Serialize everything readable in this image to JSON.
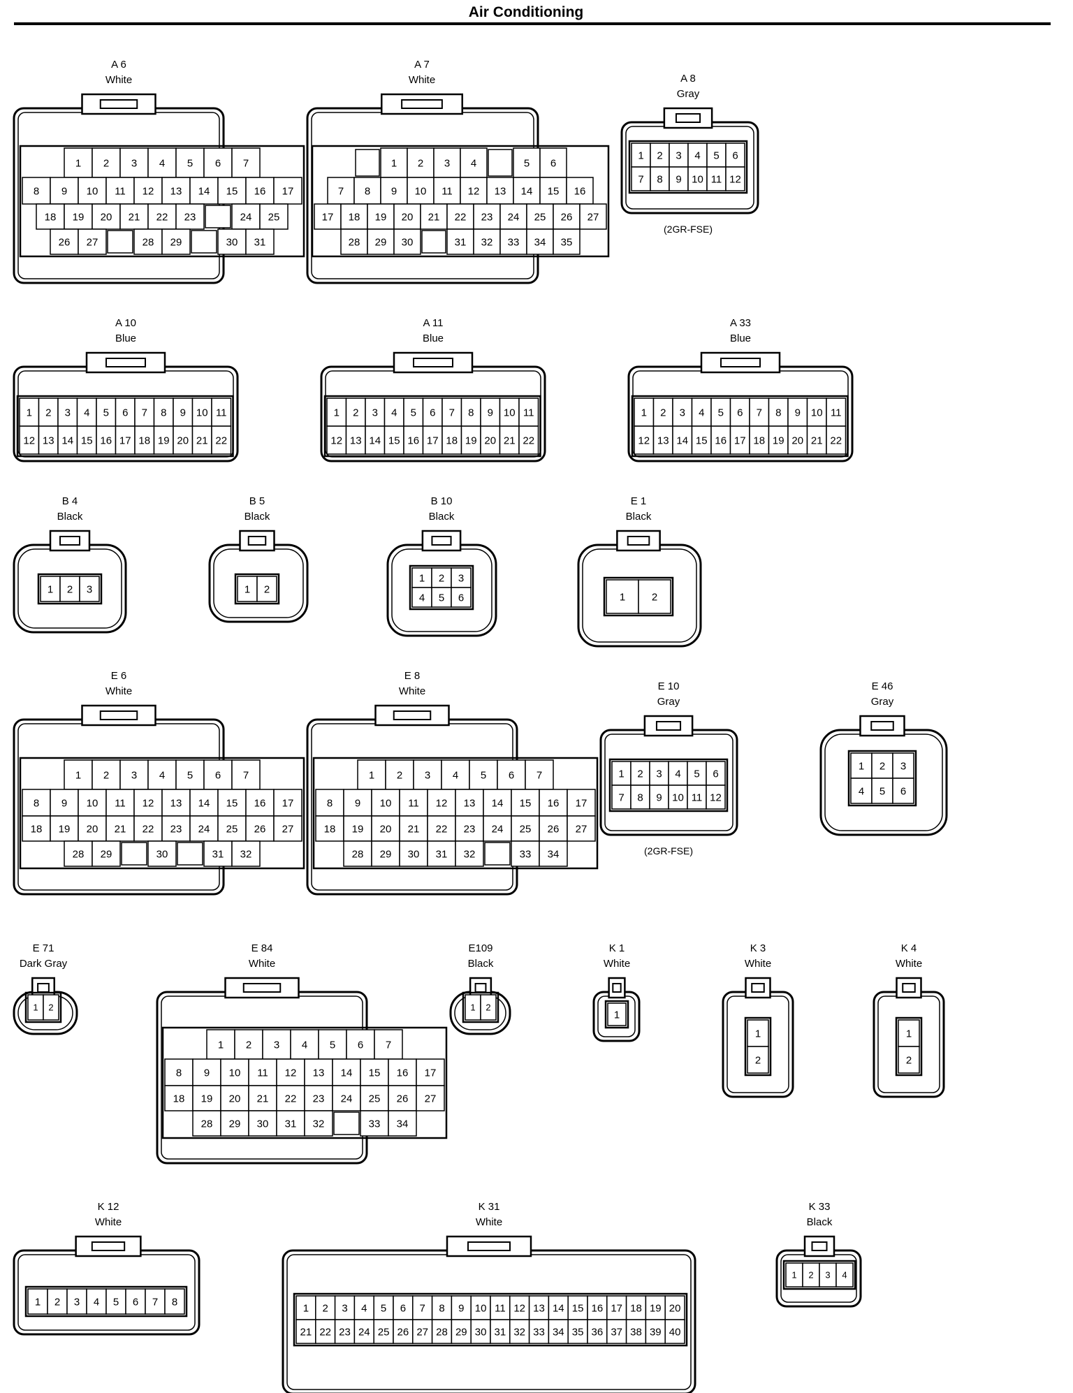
{
  "page": {
    "title": "Air Conditioning"
  },
  "connectors": [
    {
      "code": "A 6",
      "color": "White",
      "style": "large",
      "rows": [
        [
          1,
          2,
          3,
          4,
          5,
          6,
          7
        ],
        [
          8,
          9,
          10,
          11,
          12,
          13,
          14,
          15,
          16,
          17
        ],
        [
          18,
          19,
          20,
          21,
          22,
          23,
          null,
          24,
          25
        ],
        [
          26,
          27,
          null,
          28,
          29,
          null,
          30,
          31
        ]
      ]
    },
    {
      "code": "A 7",
      "color": "White",
      "style": "large",
      "rows": [
        [
          null,
          1,
          2,
          3,
          4,
          null,
          5,
          6
        ],
        [
          7,
          8,
          9,
          10,
          11,
          12,
          13,
          14,
          15,
          16
        ],
        [
          17,
          18,
          19,
          20,
          21,
          22,
          23,
          24,
          25,
          26,
          27
        ],
        [
          28,
          29,
          30,
          null,
          31,
          32,
          33,
          34,
          35
        ]
      ]
    },
    {
      "code": "A 8",
      "color": "Gray",
      "style": "medium",
      "note": "(2GR-FSE)",
      "rows": [
        [
          1,
          2,
          3,
          4,
          5,
          6
        ],
        [
          7,
          8,
          9,
          10,
          11,
          12
        ]
      ]
    },
    {
      "code": "A 10",
      "color": "Blue",
      "style": "wide",
      "rows": [
        [
          1,
          2,
          3,
          4,
          5,
          6,
          7,
          8,
          9,
          10,
          11
        ],
        [
          12,
          13,
          14,
          15,
          16,
          17,
          18,
          19,
          20,
          21,
          22
        ]
      ]
    },
    {
      "code": "A 11",
      "color": "Blue",
      "style": "wide",
      "rows": [
        [
          1,
          2,
          3,
          4,
          5,
          6,
          7,
          8,
          9,
          10,
          11
        ],
        [
          12,
          13,
          14,
          15,
          16,
          17,
          18,
          19,
          20,
          21,
          22
        ]
      ]
    },
    {
      "code": "A 33",
      "color": "Blue",
      "style": "wide",
      "rows": [
        [
          1,
          2,
          3,
          4,
          5,
          6,
          7,
          8,
          9,
          10,
          11
        ],
        [
          12,
          13,
          14,
          15,
          16,
          17,
          18,
          19,
          20,
          21,
          22
        ]
      ]
    },
    {
      "code": "B 4",
      "color": "Black",
      "style": "oval",
      "rows": [
        [
          1,
          2,
          3
        ]
      ]
    },
    {
      "code": "B 5",
      "color": "Black",
      "style": "oval",
      "rows": [
        [
          1,
          2
        ]
      ]
    },
    {
      "code": "B 10",
      "color": "Black",
      "style": "oval",
      "rows": [
        [
          1,
          2,
          3
        ],
        [
          4,
          5,
          6
        ]
      ]
    },
    {
      "code": "E 1",
      "color": "Black",
      "style": "oval",
      "rows": [
        [
          1,
          2
        ]
      ]
    },
    {
      "code": "E 6",
      "color": "White",
      "style": "large",
      "rows": [
        [
          1,
          2,
          3,
          4,
          5,
          6,
          7
        ],
        [
          8,
          9,
          10,
          11,
          12,
          13,
          14,
          15,
          16,
          17
        ],
        [
          18,
          19,
          20,
          21,
          22,
          23,
          24,
          25,
          26,
          27
        ],
        [
          28,
          29,
          null,
          30,
          null,
          31,
          32
        ]
      ]
    },
    {
      "code": "E 8",
      "color": "White",
      "style": "large",
      "rows": [
        [
          1,
          2,
          3,
          4,
          5,
          6,
          7
        ],
        [
          8,
          9,
          10,
          11,
          12,
          13,
          14,
          15,
          16,
          17
        ],
        [
          18,
          19,
          20,
          21,
          22,
          23,
          24,
          25,
          26,
          27
        ],
        [
          28,
          29,
          30,
          31,
          32,
          null,
          33,
          34
        ]
      ]
    },
    {
      "code": "E 10",
      "color": "Gray",
      "style": "medium",
      "note": "(2GR-FSE)",
      "rows": [
        [
          1,
          2,
          3,
          4,
          5,
          6
        ],
        [
          7,
          8,
          9,
          10,
          11,
          12
        ]
      ]
    },
    {
      "code": "E 46",
      "color": "Gray",
      "style": "oval",
      "rows": [
        [
          1,
          2,
          3
        ],
        [
          4,
          5,
          6
        ]
      ]
    },
    {
      "code": "E 71",
      "color": "Dark Gray",
      "style": "oval",
      "rows": [
        [
          1,
          2
        ]
      ]
    },
    {
      "code": "E 84",
      "color": "White",
      "style": "large",
      "rows": [
        [
          1,
          2,
          3,
          4,
          5,
          6,
          7
        ],
        [
          8,
          9,
          10,
          11,
          12,
          13,
          14,
          15,
          16,
          17
        ],
        [
          18,
          19,
          20,
          21,
          22,
          23,
          24,
          25,
          26,
          27
        ],
        [
          28,
          29,
          30,
          31,
          32,
          null,
          33,
          34
        ]
      ]
    },
    {
      "code": "E109",
      "color": "Black",
      "style": "oval",
      "rows": [
        [
          1,
          2
        ]
      ]
    },
    {
      "code": "K 1",
      "color": "White",
      "style": "small",
      "rows": [
        [
          1
        ]
      ]
    },
    {
      "code": "K 3",
      "color": "White",
      "style": "tall",
      "rows": [
        [
          1
        ],
        [
          2
        ]
      ]
    },
    {
      "code": "K 4",
      "color": "White",
      "style": "tall",
      "rows": [
        [
          1
        ],
        [
          2
        ]
      ]
    },
    {
      "code": "K 12",
      "color": "White",
      "style": "wide",
      "rows": [
        [
          1,
          2,
          3,
          4,
          5,
          6,
          7,
          8
        ]
      ]
    },
    {
      "code": "K 31",
      "color": "White",
      "style": "wide",
      "rows": [
        [
          1,
          2,
          3,
          4,
          5,
          6,
          7,
          8,
          9,
          10,
          11,
          12,
          13,
          14,
          15,
          16,
          17,
          18,
          19,
          20
        ],
        [
          21,
          22,
          23,
          24,
          25,
          26,
          27,
          28,
          29,
          30,
          31,
          32,
          33,
          34,
          35,
          36,
          37,
          38,
          39,
          40
        ]
      ]
    },
    {
      "code": "K 33",
      "color": "Black",
      "style": "small",
      "rows": [
        [
          1,
          2,
          3,
          4
        ]
      ]
    }
  ]
}
